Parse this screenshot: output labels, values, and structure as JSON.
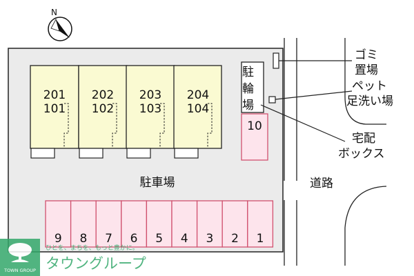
{
  "compass": {
    "north_label": "N"
  },
  "units": [
    {
      "upper": "201",
      "lower": "101"
    },
    {
      "upper": "202",
      "lower": "102"
    },
    {
      "upper": "203",
      "lower": "103"
    },
    {
      "upper": "204",
      "lower": "104"
    }
  ],
  "bicycle_parking": {
    "label_chars": [
      "駐",
      "輪",
      "場"
    ]
  },
  "space_10": {
    "label": "10"
  },
  "parking_lot": {
    "label": "駐車場"
  },
  "parking_spaces": [
    "9",
    "8",
    "7",
    "6",
    "5",
    "4",
    "3",
    "2",
    "1"
  ],
  "road": {
    "label": "道路"
  },
  "callouts": {
    "garbage": {
      "line1": "ゴミ",
      "line2": "置場"
    },
    "pet": {
      "line1": "ペット",
      "line2": "足洗い場"
    },
    "delivery": {
      "line1": "宅配",
      "line2": "ボックス"
    }
  },
  "watermark": {
    "slogan": "ひとを、まちを、もっと豊かに。",
    "brand": "タウングループ",
    "badge": "TOWN GROUP"
  },
  "colors": {
    "unit_fill": "#fafad2",
    "space_fill": "#fde4ec",
    "space_stroke": "#d0506e",
    "lot_fill": "#ebebeb",
    "watermark_green": "#33a86a"
  }
}
